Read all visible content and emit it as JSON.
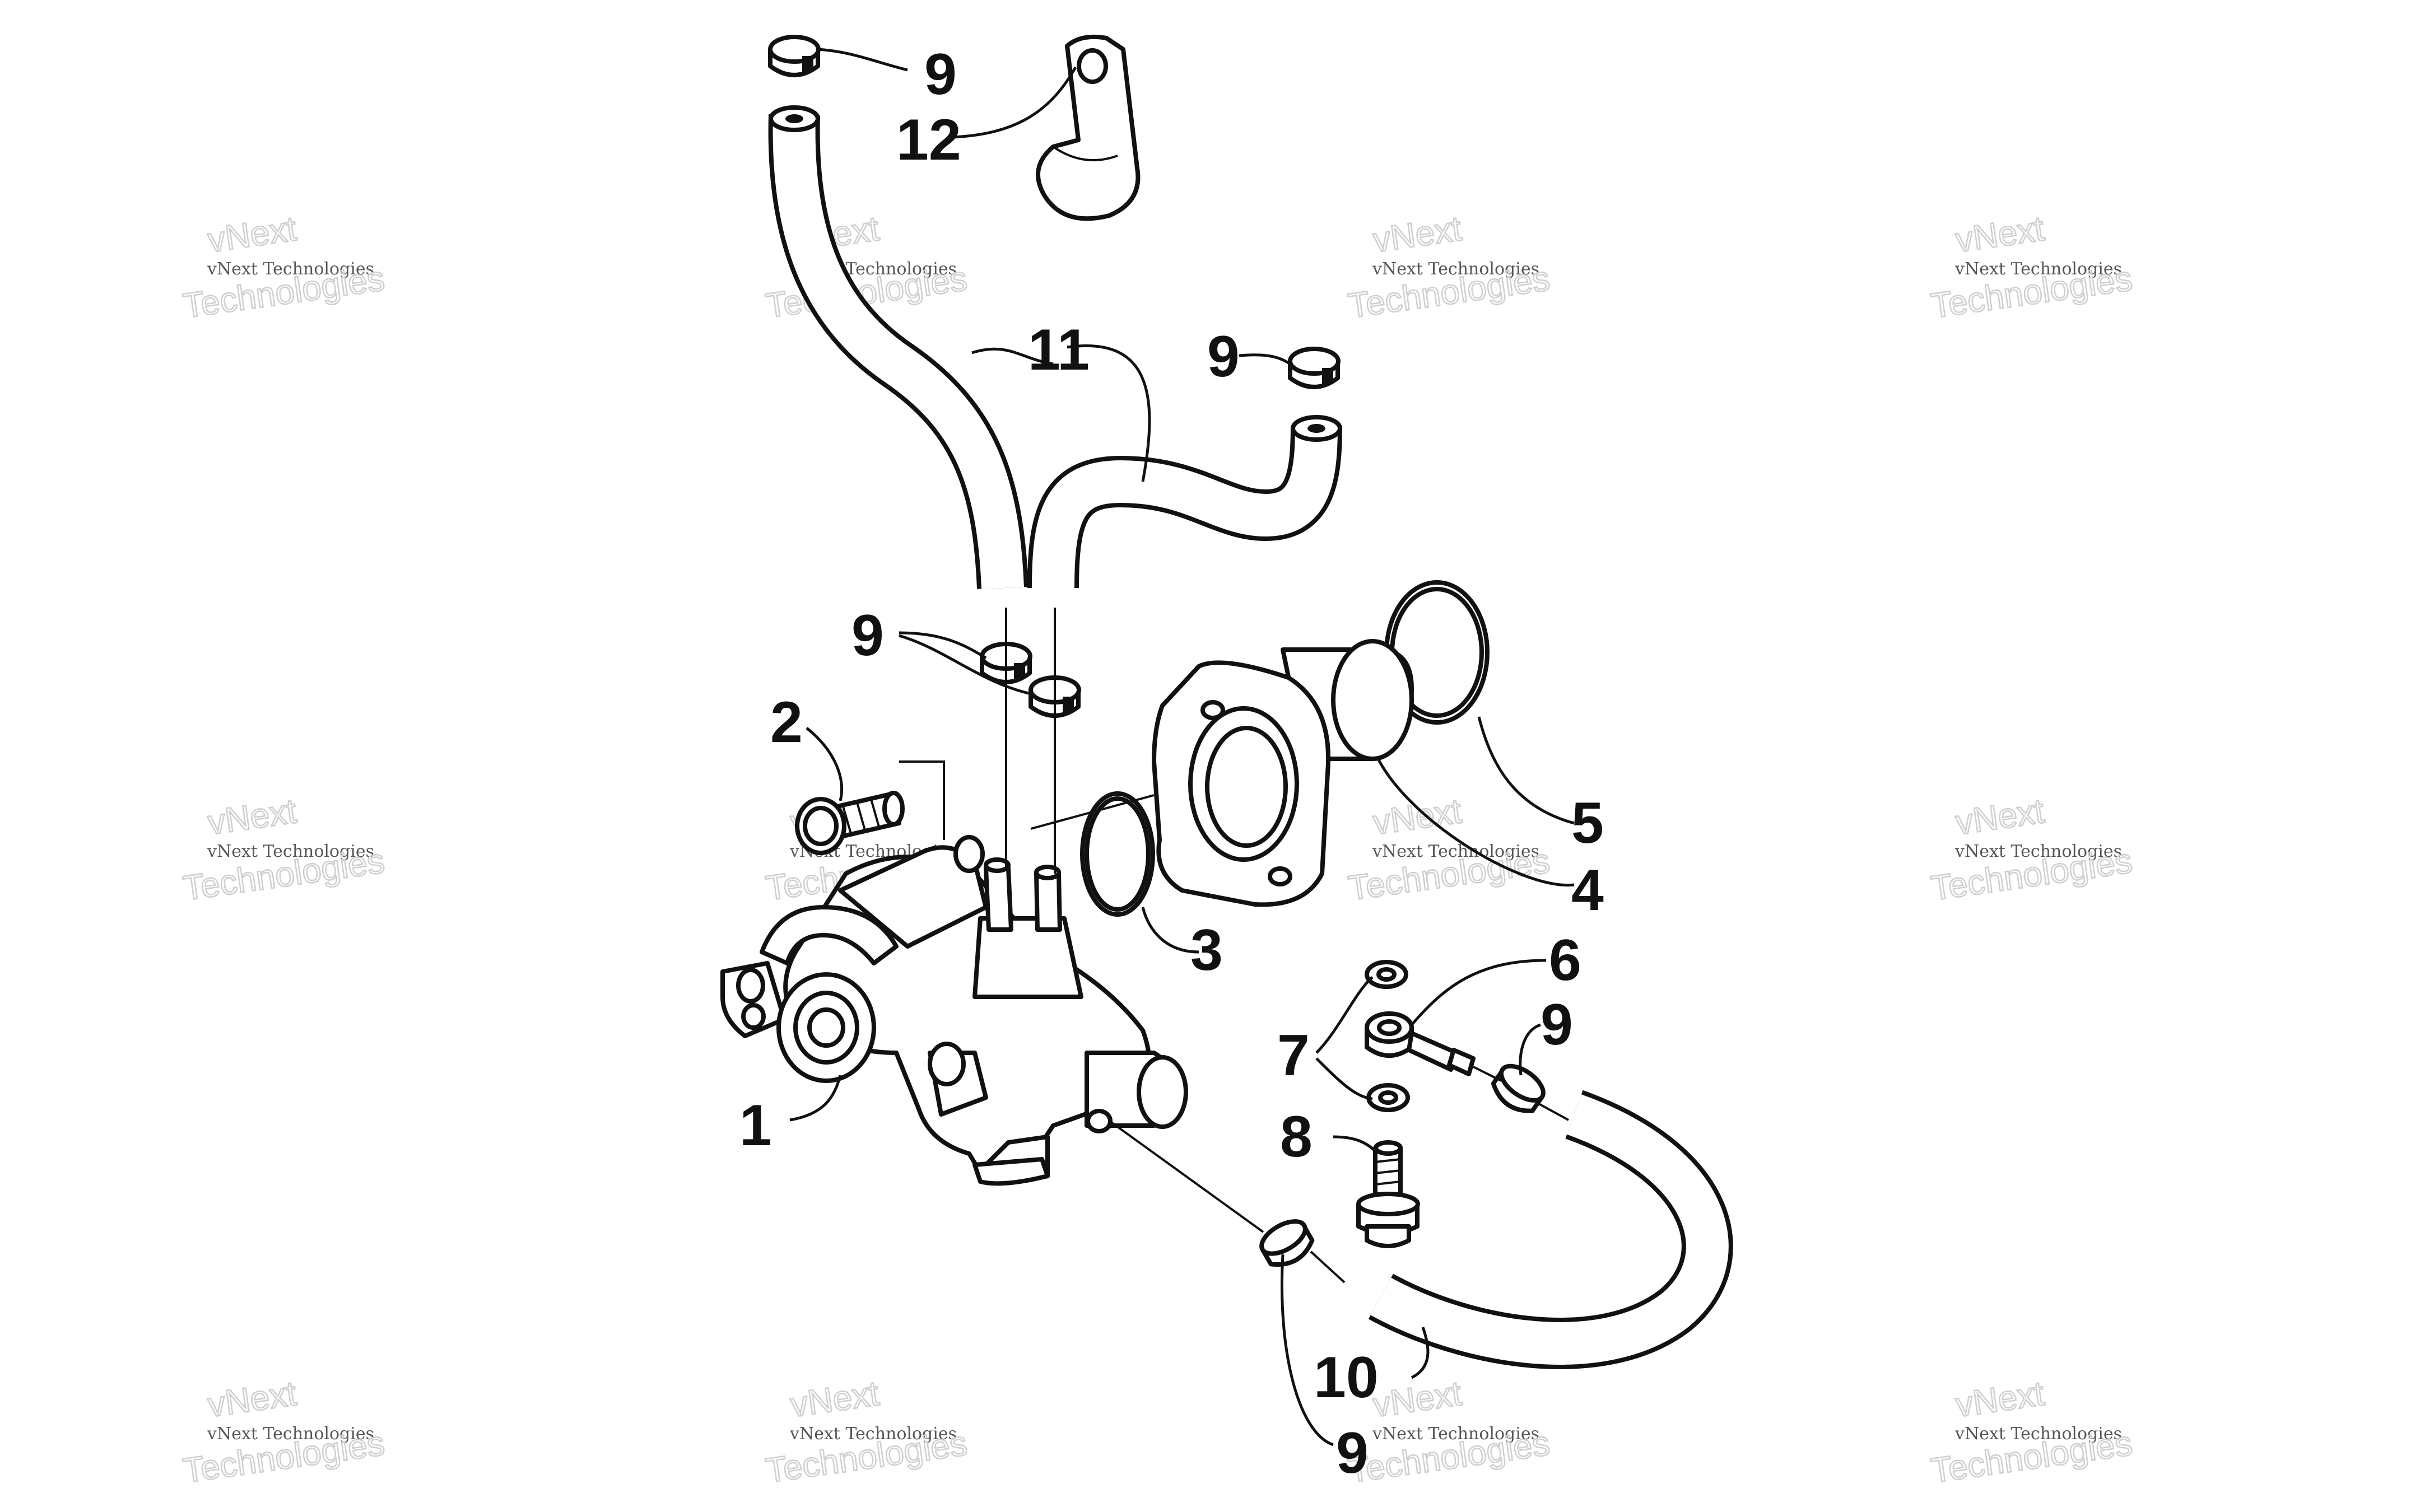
{
  "callouts": {
    "c1": "1",
    "c2": "2",
    "c3": "3",
    "c4": "4",
    "c5": "5",
    "c6": "6",
    "c7": "7",
    "c8": "8",
    "c9a": "9",
    "c9b": "9",
    "c9c": "9",
    "c9d": "9",
    "c9e": "9",
    "c10": "10",
    "c11": "11",
    "c12": "12"
  },
  "watermark": {
    "line1": "vNext Technologies",
    "line2": "Technologies",
    "line3": "vNext"
  }
}
